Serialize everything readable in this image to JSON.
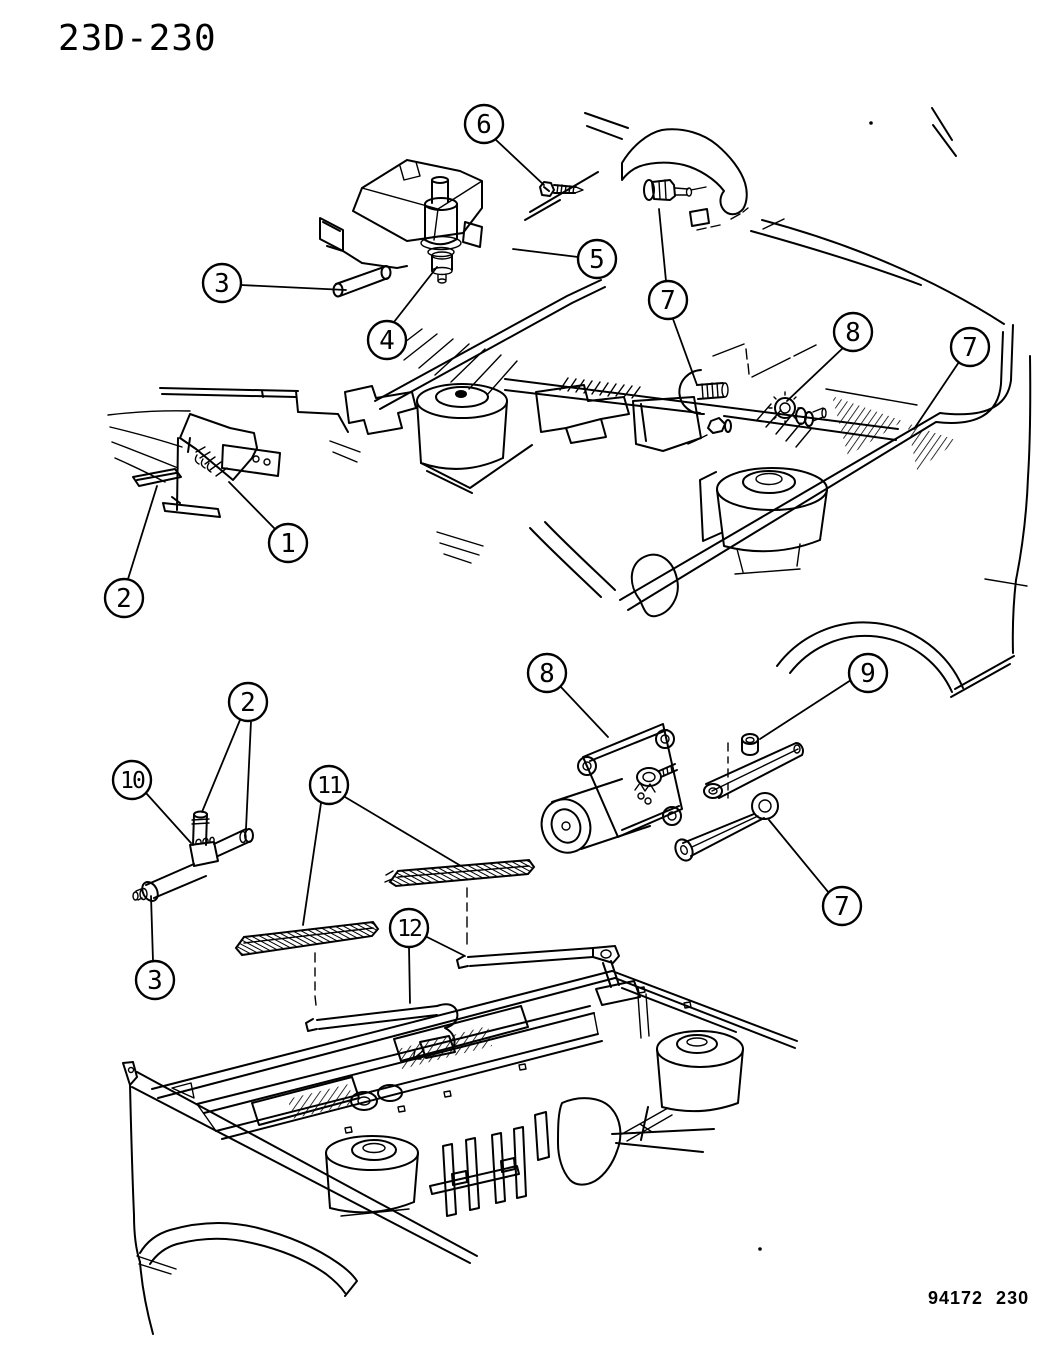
{
  "page": {
    "background": "#ffffff",
    "line_color": "#000000"
  },
  "header": {
    "diagram_code": "23D-230"
  },
  "footer": {
    "figure_code": "94172 230"
  },
  "callouts": [
    {
      "id": "callout-1",
      "label": "1"
    },
    {
      "id": "callout-2a",
      "label": "2"
    },
    {
      "id": "callout-2b",
      "label": "2"
    },
    {
      "id": "callout-3a",
      "label": "3"
    },
    {
      "id": "callout-3b",
      "label": "3"
    },
    {
      "id": "callout-4",
      "label": "4"
    },
    {
      "id": "callout-5",
      "label": "5"
    },
    {
      "id": "callout-6",
      "label": "6"
    },
    {
      "id": "callout-7a",
      "label": "7"
    },
    {
      "id": "callout-7b",
      "label": "7"
    },
    {
      "id": "callout-7c",
      "label": "7"
    },
    {
      "id": "callout-8a",
      "label": "8"
    },
    {
      "id": "callout-8b",
      "label": "8"
    },
    {
      "id": "callout-9",
      "label": "9"
    },
    {
      "id": "callout-10",
      "label": "10"
    },
    {
      "id": "callout-11",
      "label": "11"
    },
    {
      "id": "callout-12",
      "label": "12"
    }
  ]
}
